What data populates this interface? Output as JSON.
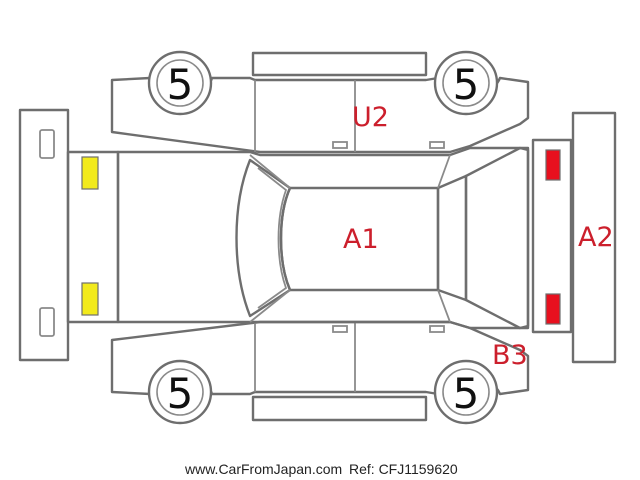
{
  "colors": {
    "outline": "#6e6e6e",
    "damage_code": "#cc1f2c",
    "front_lamp": "#f2ea1c",
    "rear_lamp": "#e8101e"
  },
  "tires": {
    "front_left": "5",
    "rear_left": "5",
    "front_right": "5",
    "rear_right": "5"
  },
  "damage_codes": {
    "side_panel": "U2",
    "roof": "A1",
    "rear_bumper": "A2",
    "rear_quarter": "B3"
  },
  "footer": {
    "website": "www.CarFromJapan.com",
    "reference": "Ref: CFJ1159620"
  }
}
